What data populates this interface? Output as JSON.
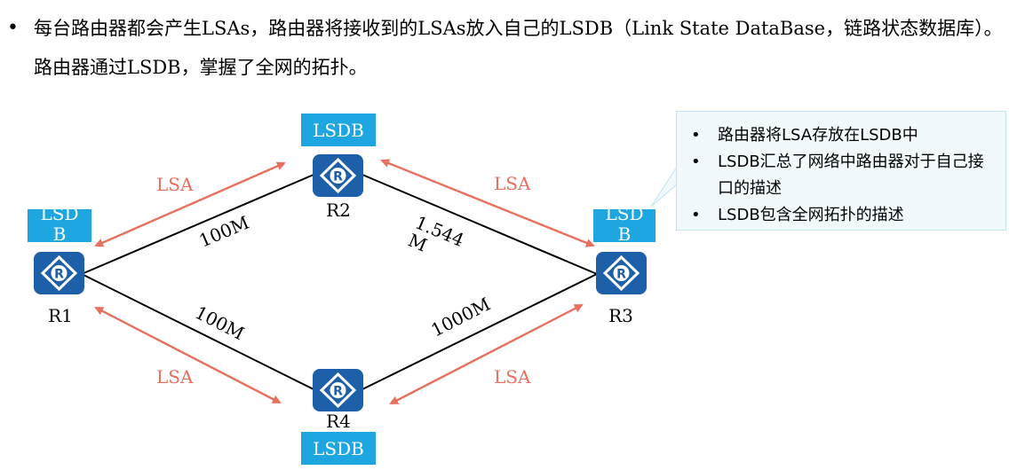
{
  "intro": {
    "bullet": "•",
    "text": "每台路由器都会产生LSAs，路由器将接收到的LSAs放入自己的LSDB（Link State DataBase，链路状态数据库）。路由器通过LSDB，掌握了全网的拓扑。"
  },
  "routers": [
    {
      "id": "R1",
      "label": "R1",
      "lsdb": [
        "LSD",
        "B"
      ]
    },
    {
      "id": "R2",
      "label": "R2",
      "lsdb": [
        "LSDB"
      ]
    },
    {
      "id": "R3",
      "label": "R3",
      "lsdb": [
        "LSD",
        "B"
      ]
    },
    {
      "id": "R4",
      "label": "R4",
      "lsdb": [
        "LSDB"
      ]
    }
  ],
  "router_icon_glyph": "R",
  "links": {
    "r1_r2": "100M",
    "r2_r3": [
      "1.544",
      "M"
    ],
    "r1_r4": "100M",
    "r4_r3": "1000M"
  },
  "lsa_label": "LSA",
  "callout": {
    "bullet": "•",
    "items": [
      "路由器将LSA存放在LSDB中",
      "LSDB汇总了网络中路由器对于自己接口的描述",
      "LSDB包含全网拓扑的描述"
    ]
  },
  "colors": {
    "lsdb_box": "#1ea6e1",
    "router_icon": "#1d5fa8",
    "lsa_arrow": "#e8705e",
    "callout_bg": "#f1f9fd",
    "callout_border": "#bfe4f3"
  }
}
